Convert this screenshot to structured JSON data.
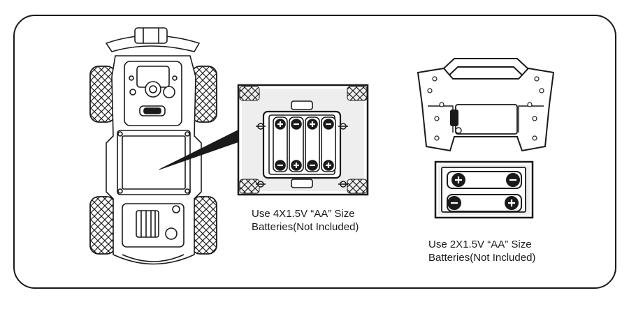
{
  "car_caption": {
    "line1": "Use 4X1.5V “AA” Size",
    "line2": "Batteries(Not Included)"
  },
  "remote_caption": {
    "line1": "Use 2X1.5V “AA” Size",
    "line2": "Batteries(Not Included)"
  },
  "car_battery_polarity": [
    "+",
    "-",
    "+",
    "-"
  ],
  "remote_battery_polarity": [
    "+",
    "-"
  ],
  "colors": {
    "line": "#1a1a1a",
    "panel_fill": "#eeeeee",
    "background": "#ffffff"
  }
}
